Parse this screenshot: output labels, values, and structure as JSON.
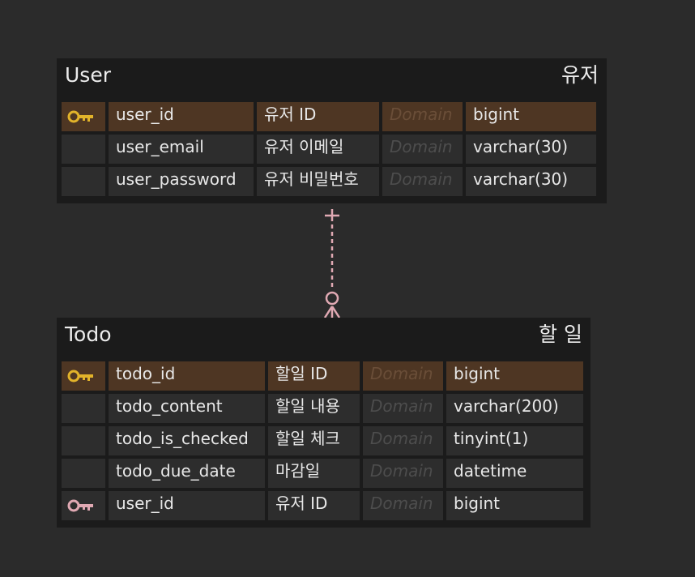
{
  "colors": {
    "background": "#2b2b2b",
    "table_body": "#1b1b1b",
    "cell": "#2d2d2d",
    "primary_key_row": "#4e3623",
    "primary_key_icon": "#e2b32a",
    "foreign_key_icon": "#e0a9b3",
    "relation_line": "#e0a9b3"
  },
  "entities": [
    {
      "name": "User",
      "comment": "유저",
      "columns": [
        {
          "key": "primary",
          "icon": "key-icon",
          "name": "user_id",
          "comment": "유저 ID",
          "domain": "Domain",
          "type": "bigint"
        },
        {
          "key": "none",
          "icon": "",
          "name": "user_email",
          "comment": "유저 이메일",
          "domain": "Domain",
          "type": "varchar(30)"
        },
        {
          "key": "none",
          "icon": "",
          "name": "user_password",
          "comment": "유저 비밀번호",
          "domain": "Domain",
          "type": "varchar(30)"
        }
      ]
    },
    {
      "name": "Todo",
      "comment": "할 일",
      "columns": [
        {
          "key": "primary",
          "icon": "key-icon",
          "name": "todo_id",
          "comment": "할일 ID",
          "domain": "Domain",
          "type": "bigint"
        },
        {
          "key": "none",
          "icon": "",
          "name": "todo_content",
          "comment": "할일 내용",
          "domain": "Domain",
          "type": "varchar(200)"
        },
        {
          "key": "none",
          "icon": "",
          "name": "todo_is_checked",
          "comment": "할일 체크",
          "domain": "Domain",
          "type": "tinyint(1)"
        },
        {
          "key": "none",
          "icon": "",
          "name": "todo_due_date",
          "comment": "마감일",
          "domain": "Domain",
          "type": "datetime"
        },
        {
          "key": "foreign",
          "icon": "foreign-key-icon",
          "name": "user_id",
          "comment": "유저 ID",
          "domain": "Domain",
          "type": "bigint"
        }
      ]
    }
  ],
  "relationship": {
    "from": "User",
    "to": "Todo",
    "from_cardinality": "one",
    "to_cardinality": "zero-or-many",
    "line_style": "dashed"
  }
}
